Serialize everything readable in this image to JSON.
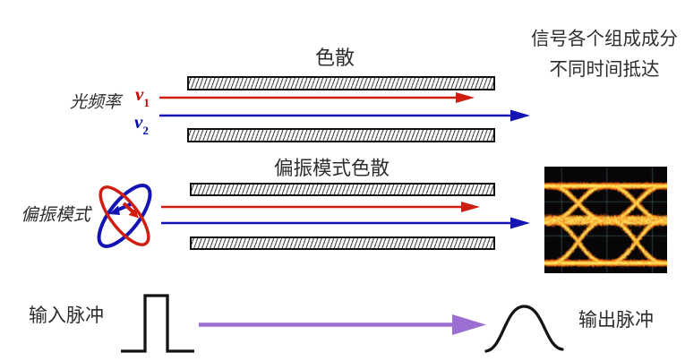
{
  "section_dispersion": {
    "title": "色散",
    "frequency_label": "光频率",
    "nu1": {
      "symbol": "ν",
      "sub": "1"
    },
    "nu2": {
      "symbol": "ν",
      "sub": "2"
    }
  },
  "arrival_note": {
    "line1": "信号各个组成成分",
    "line2": "不同时间抵达"
  },
  "section_pmd": {
    "title": "偏振模式色散",
    "label": "偏振模式"
  },
  "pulses": {
    "input_label": "输入脉冲",
    "output_label": "输出脉冲"
  },
  "colors": {
    "red": "#cf1d12",
    "blue": "#1414b4",
    "nu1_text": "#c40000",
    "nu2_text": "#000a9e",
    "purple": "#9b6fd2",
    "black": "#141414",
    "text": "#2d2d2d"
  },
  "eye_diagram": {
    "background": "#060606",
    "grid_color": "rgba(110,150,150,0.4)",
    "palette": [
      "#ffef70",
      "#ffaa1e",
      "#f25a14",
      "#c12e78",
      "#4b2da0"
    ],
    "rails_y_rel": [
      0.176,
      0.5,
      0.9
    ],
    "crossings_x_rel": [
      0.27,
      0.745
    ]
  }
}
